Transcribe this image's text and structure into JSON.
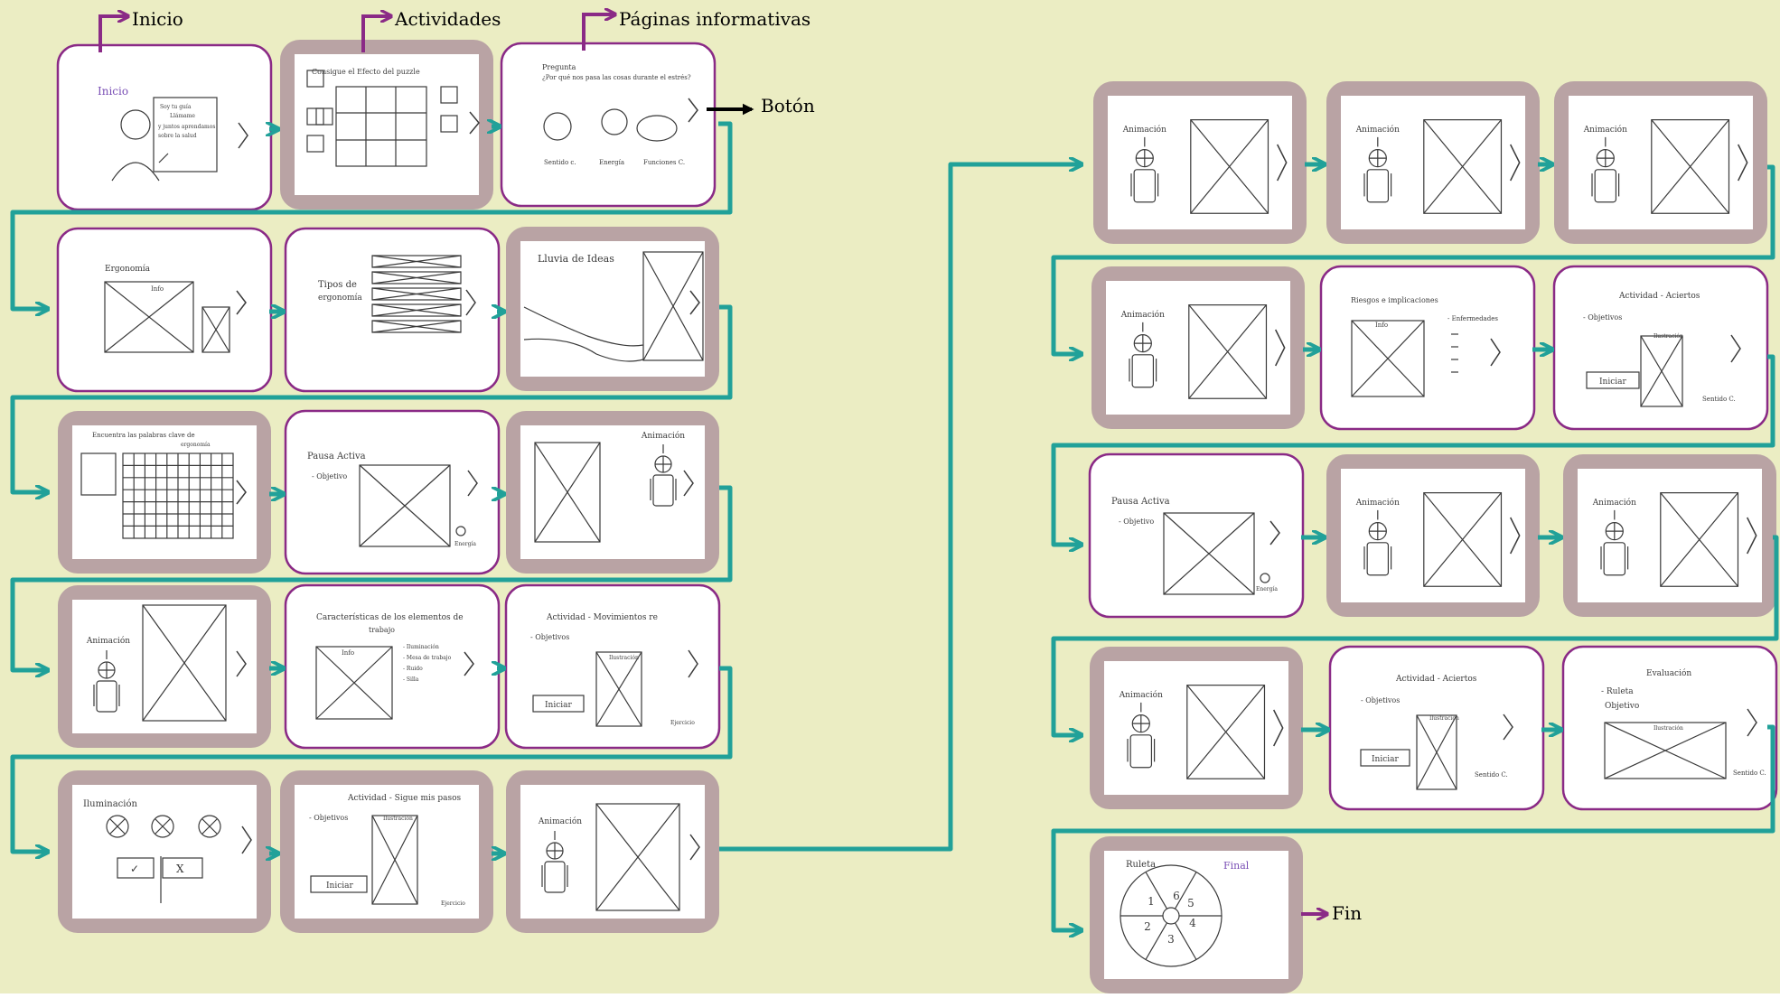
{
  "colors": {
    "background": "#ebedc3",
    "flow_arrow": "#21a199",
    "info_border": "#8a2a86",
    "activity_bg": "#b9a3a4",
    "label_arrow": "#8a2a86",
    "sketch": "#3a3a3a",
    "purple_text": "#7a4fb5",
    "white": "#ffffff",
    "black": "#000000"
  },
  "legend": {
    "inicio": "Inicio",
    "actividades": "Actividades",
    "paginas": "Páginas informativas",
    "boton": "Botón",
    "fin": "Fin"
  },
  "texts": {
    "s1_title": "Inicio",
    "s1_c1": "Soy tu guía",
    "s1_c2": "Llámame",
    "s1_c3": "y juntos aprendamos",
    "s1_c4": "sobre la salud",
    "s2_title": "Consigue el Efecto del puzzle",
    "s3_l1": "Pregunta",
    "s3_l2": "¿Por qué nos pasa las cosas durante el estrés?",
    "s3_c1": "Sentido c.",
    "s3_c2": "Energía",
    "s3_c3": "Funciones C.",
    "ergonomia": "Ergonomía",
    "info": "Info",
    "tipos1": "Tipos de",
    "tipos2": "ergonomía",
    "lluvia": "Lluvia de Ideas",
    "encuentra1": "Encuentra las palabras clave de",
    "encuentra2": "ergonomía",
    "pausa": "Pausa Activa",
    "objetivo": "- Objetivo",
    "energia": "Energía",
    "animacion": "Animación",
    "caract1": "Características de los elementos de",
    "caract2": "trabajo",
    "caract_items": [
      "- Iluminación",
      "- Mesa de trabajo",
      "- Ruido",
      "- Silla"
    ],
    "act_mov": "Actividad - Movimientos re",
    "objetivos": "- Objetivos",
    "ilustracion": "Ilustración",
    "iniciar": "Iniciar",
    "ejercicio": "Ejercicio",
    "iluminacion": "Iluminación",
    "check": "✓",
    "cross": "X",
    "act_sigue": "Actividad - Sigue mis pasos",
    "riesgos": "Riesgos e implicaciones",
    "enfermedades": "- Enfermedades",
    "act_aciertos": "Actividad - Aciertos",
    "sentido": "Sentido C.",
    "evaluacion": "Evaluación",
    "ruleta_obj1": "- Ruleta",
    "ruleta_obj2": "Objetivo",
    "ruleta": "Ruleta",
    "final": "Final",
    "wheel_numbers": [
      "6",
      "5",
      "4",
      "3",
      "2",
      "1"
    ]
  }
}
